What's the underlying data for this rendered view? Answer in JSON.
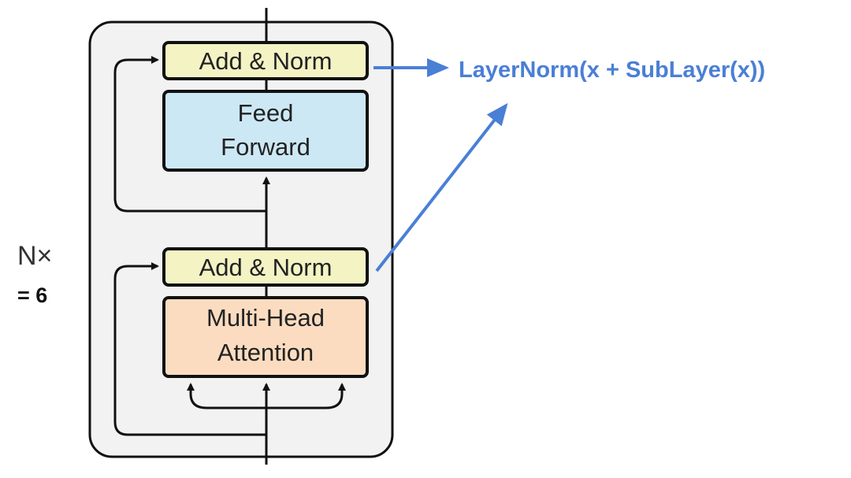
{
  "diagram": {
    "repeat_label": "N×",
    "repeat_value": "= 6",
    "add_norm_top": "Add & Norm",
    "feed_forward": [
      "Feed",
      "Forward"
    ],
    "add_norm_bottom": "Add & Norm",
    "attention": [
      "Multi-Head",
      "Attention"
    ],
    "formula": "LayerNorm(x + SubLayer(x))"
  },
  "colors": {
    "add_norm_fill": "#f3f3c4",
    "feed_forward_fill": "#cde8f5",
    "attention_fill": "#fbdcc0",
    "container_fill": "#f2f2f2",
    "annotation_blue": "#4a7fd6",
    "stroke": "#111111"
  }
}
